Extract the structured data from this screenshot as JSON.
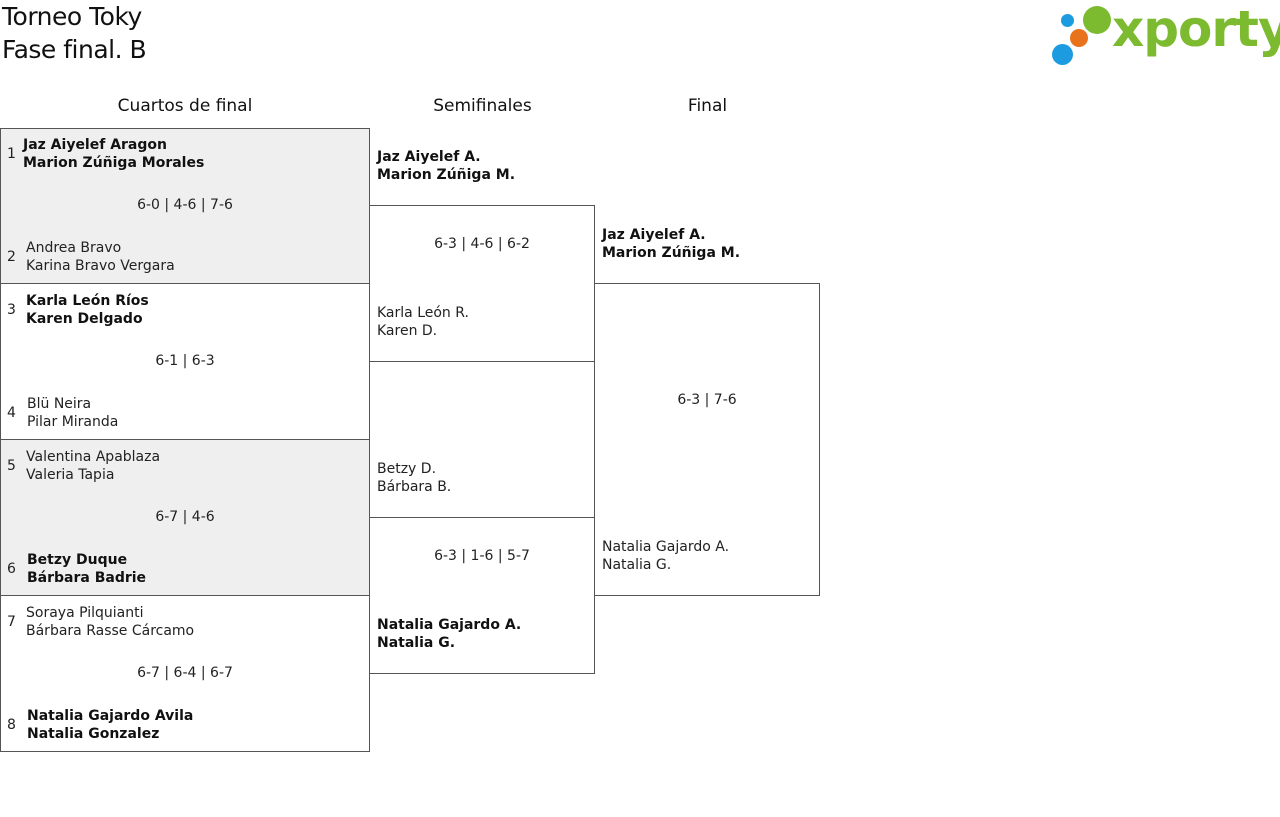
{
  "header": {
    "title_line1": "Torneo Toky",
    "title_line2": "Fase final. B"
  },
  "logo": {
    "text": "xporty",
    "colors": {
      "green": "#7cba2f",
      "blue": "#1d9be0",
      "orange": "#e8731c"
    }
  },
  "rounds": {
    "quarterfinals": "Cuartos de final",
    "semifinals": "Semifinales",
    "final": "Final"
  },
  "quarterfinals": [
    {
      "seed_a": "1",
      "team_a": [
        "Jaz Aiyelef Aragon",
        "Marion Zúñiga Morales"
      ],
      "score": "6-0 | 4-6 | 7-6",
      "seed_b": "2",
      "team_b": [
        "Andrea Bravo",
        "Karina Bravo Vergara"
      ]
    },
    {
      "seed_a": "3",
      "team_a": [
        "Karla León Ríos",
        "Karen Delgado"
      ],
      "score": "6-1 | 6-3",
      "seed_b": "4",
      "team_b": [
        "Blü Neira",
        "Pilar Miranda"
      ]
    },
    {
      "seed_a": "5",
      "team_a": [
        "Valentina Apablaza",
        "Valeria Tapia"
      ],
      "score": "6-7 | 4-6",
      "seed_b": "6",
      "team_b": [
        "Betzy Duque",
        "Bárbara Badrie"
      ]
    },
    {
      "seed_a": "7",
      "team_a": [
        "Soraya Pilquianti",
        "Bárbara Rasse Cárcamo"
      ],
      "score": "6-7 | 6-4 | 6-7",
      "seed_b": "8",
      "team_b": [
        "Natalia Gajardo Avila",
        "Natalia Gonzalez"
      ]
    }
  ],
  "semifinals": [
    {
      "team_a": [
        "Jaz Aiyelef A.",
        "Marion Zúñiga M."
      ],
      "score": "6-3 | 4-6 | 6-2",
      "team_b": [
        "Karla León R.",
        "Karen D."
      ]
    },
    {
      "team_a": [
        "Betzy D.",
        "Bárbara B."
      ],
      "score": "6-3 | 1-6 | 5-7",
      "team_b": [
        "Natalia Gajardo A.",
        "Natalia G."
      ]
    }
  ],
  "final": {
    "team_a": [
      "Jaz Aiyelef A.",
      "Marion Zúñiga M."
    ],
    "score": "6-3 | 7-6",
    "team_b": [
      "Natalia Gajardo A.",
      "Natalia G."
    ]
  }
}
